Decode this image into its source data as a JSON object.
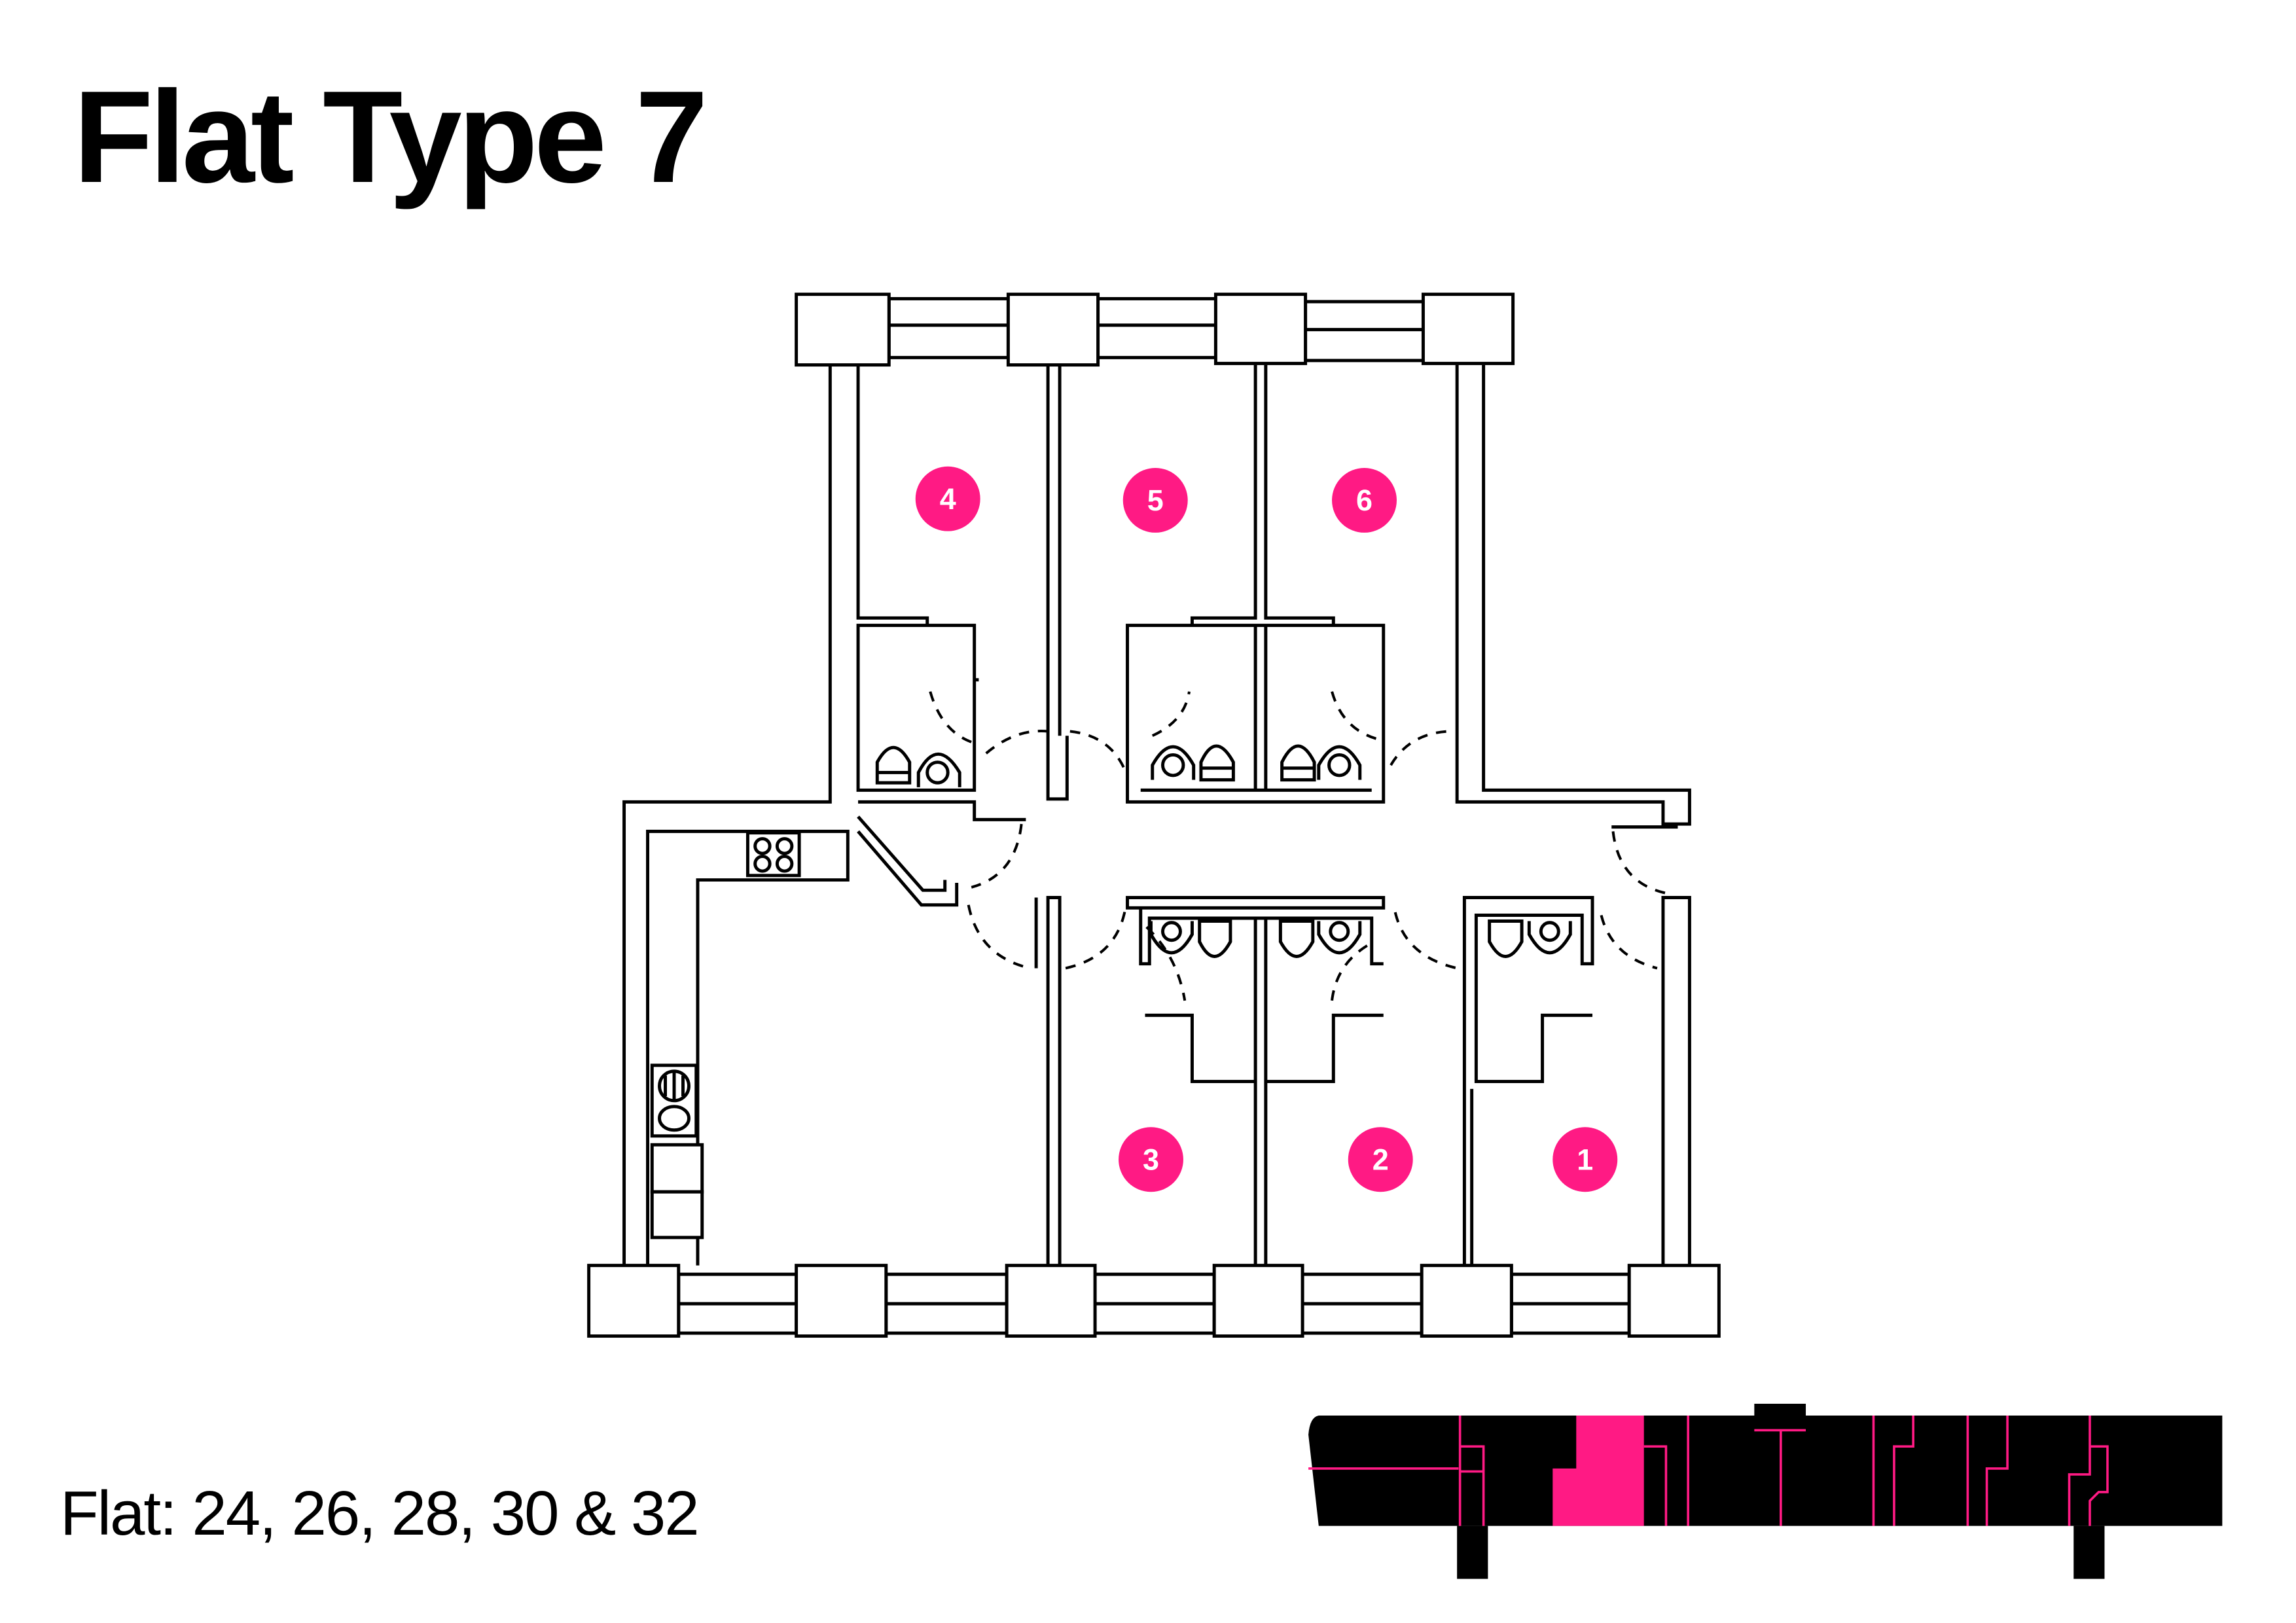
{
  "title": "Flat Type 7",
  "flats_label": "Flat: 24, 26, 28, 30 & 32",
  "accent_color": "#ff1a84",
  "rooms": [
    {
      "number": "1"
    },
    {
      "number": "2"
    },
    {
      "number": "3"
    },
    {
      "number": "4"
    },
    {
      "number": "5"
    },
    {
      "number": "6"
    }
  ],
  "key_plan": {
    "highlighted_unit": "Flat Type 7"
  }
}
